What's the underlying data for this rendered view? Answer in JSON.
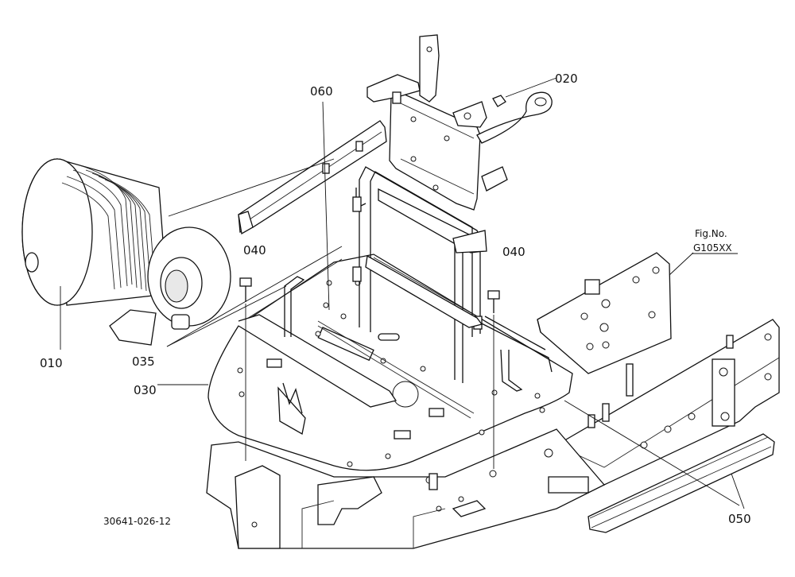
{
  "labels": {
    "p010": "010",
    "p020": "020",
    "p030": "030",
    "p035": "035",
    "p040a": "040",
    "p040b": "040",
    "p050": "050",
    "p060": "060"
  },
  "reference": {
    "line1": "Fig.No.",
    "line2": "G105XX"
  },
  "drawing_number": "30641-026-12"
}
